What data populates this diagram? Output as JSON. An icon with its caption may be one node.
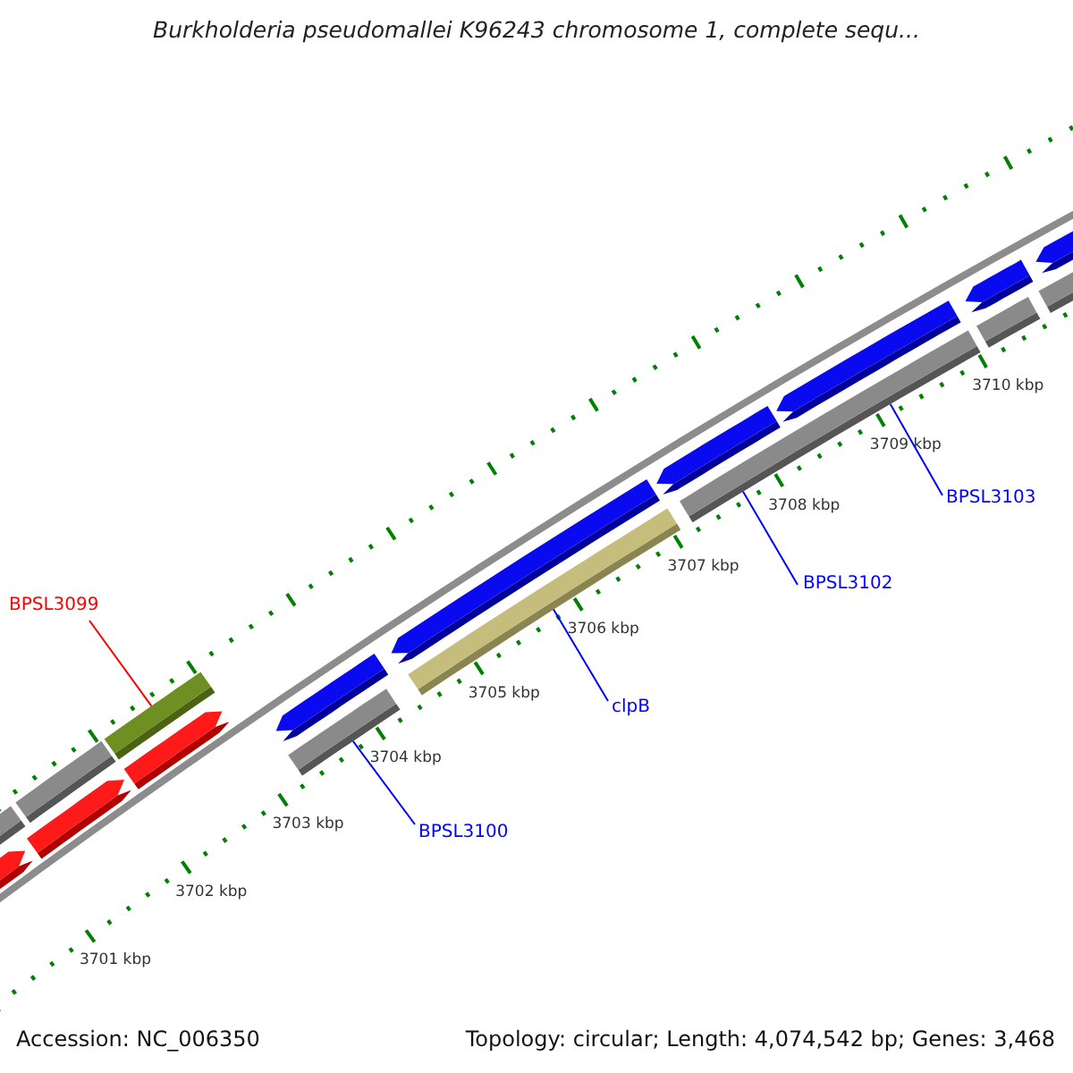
{
  "diagram": {
    "title": "Burkholderia pseudomallei K96243 chromosome 1, complete sequ...",
    "nodes": [
      {
        "text": [
          "BPSL3099"
        ]
      },
      {
        "text": [],
        "shape": "bar"
      },
      {
        "text": [
          "BPSL3100"
        ]
      },
      {
        "text": [],
        "shape": "bar"
      },
      {
        "text": [
          "clpB"
        ]
      },
      {
        "text": [],
        "shape": "bar"
      },
      {
        "text": [
          "BPSL3102"
        ]
      },
      {
        "text": [],
        "shape": "bar"
      },
      {
        "text": [
          "BPSL3103"
        ]
      },
      {
        "text": [],
        "shape": "bar"
      },
      {
        "text": [],
        "shape": "bar"
      },
      {
        "text": [],
        "shape": "bar"
      },
      {
        "text": [],
        "shape": "bar"
      },
      {
        "text": [],
        "shape": "bar"
      },
      {
        "text": [],
        "shape": "bar"
      },
      {
        "text": [],
        "shape": "bar"
      },
      {
        "text": [],
        "shape": "bar"
      },
      {
        "text": [],
        "shape": "bar"
      },
      {
        "text": [],
        "shape": "bar"
      },
      {
        "text": [],
        "shape": "bar"
      },
      {
        "text": [],
        "shape": "bar"
      },
      {
        "text": [],
        "shape": "bar"
      }
    ],
    "edges": [
      {
        "from": 0,
        "to": 1,
        "arrow": "none",
        "color": "#ff0000"
      },
      {
        "from": 2,
        "to": 3,
        "arrow": "none"
      },
      {
        "from": 4,
        "to": 5,
        "arrow": "none"
      },
      {
        "from": 6,
        "to": 7,
        "arrow": "none"
      },
      {
        "from": 8,
        "to": 7,
        "arrow": "none"
      }
    ],
    "labels": [
      "3701 kbp",
      "3702 kbp",
      "3703 kbp",
      "3704 kbp",
      "3705 kbp",
      "3706 kbp",
      "3707 kbp",
      "3708 kbp",
      "3709 kbp",
      "3710 kbp",
      "Accession: NC_006350",
      "Topology: circular; Length: 4,074,542 bp; Genes: 3,468"
    ]
  }
}
